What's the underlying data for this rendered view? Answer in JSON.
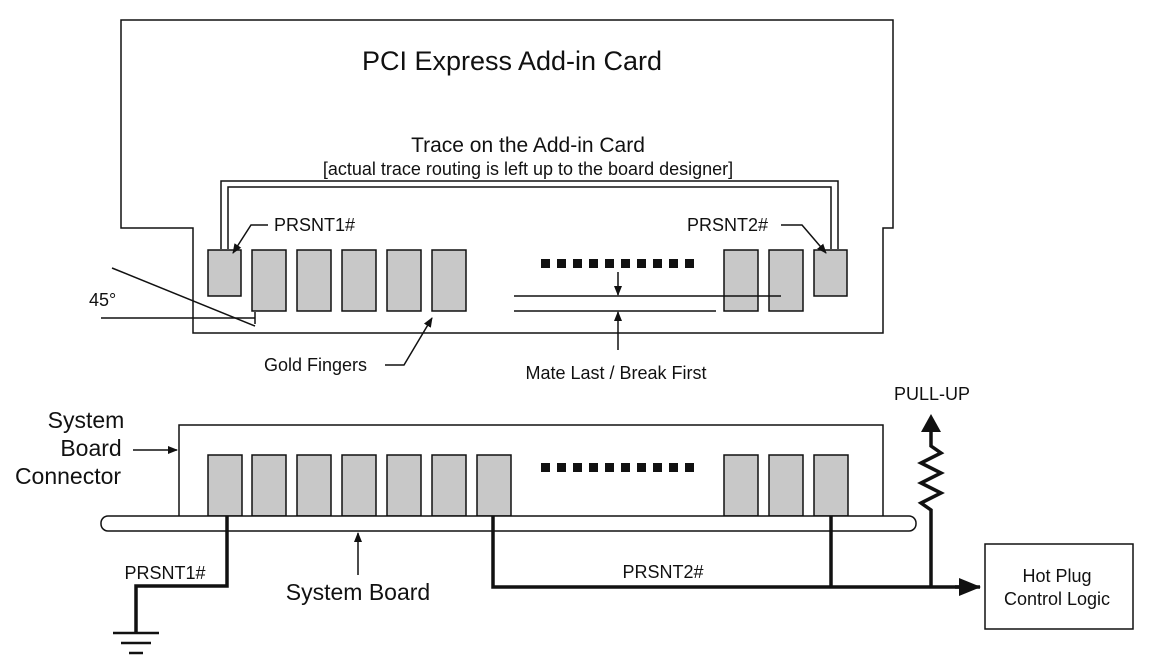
{
  "card": {
    "title": "PCI Express Add-in Card",
    "trace_title": "Trace on the Add-in Card",
    "trace_note": "[actual trace routing is left up to the board designer]",
    "prsnt1_label": "PRSNT1#",
    "prsnt2_label": "PRSNT2#",
    "angle_label": "45°",
    "gold_fingers_label": "Gold Fingers",
    "mate_label": "Mate Last / Break First"
  },
  "connector": {
    "label_line1": "System",
    "label_line2": "Board",
    "label_line3": "Connector"
  },
  "board": {
    "system_board_label": "System Board",
    "prsnt1_label": "PRSNT1#",
    "prsnt2_label": "PRSNT2#",
    "pullup_label": "PULL-UP",
    "hotplug_line1": "Hot Plug",
    "hotplug_line2": "Control Logic"
  },
  "colors": {
    "pin_fill": "#c8c8c8",
    "line": "#111111",
    "background": "#ffffff"
  }
}
